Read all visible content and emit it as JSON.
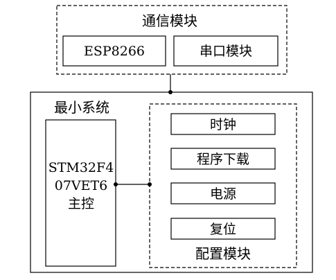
{
  "comm_module": {
    "title": "通信模块",
    "esp_label": "ESP8266",
    "serial_label": "串口模块"
  },
  "min_system": {
    "title": "最小系统",
    "mcu_line1": "STM32F4",
    "mcu_line2": "07VET6",
    "mcu_line3": "主控"
  },
  "config_module": {
    "title": "配置模块",
    "items": [
      "时钟",
      "程序下载",
      "电源",
      "复位"
    ]
  }
}
